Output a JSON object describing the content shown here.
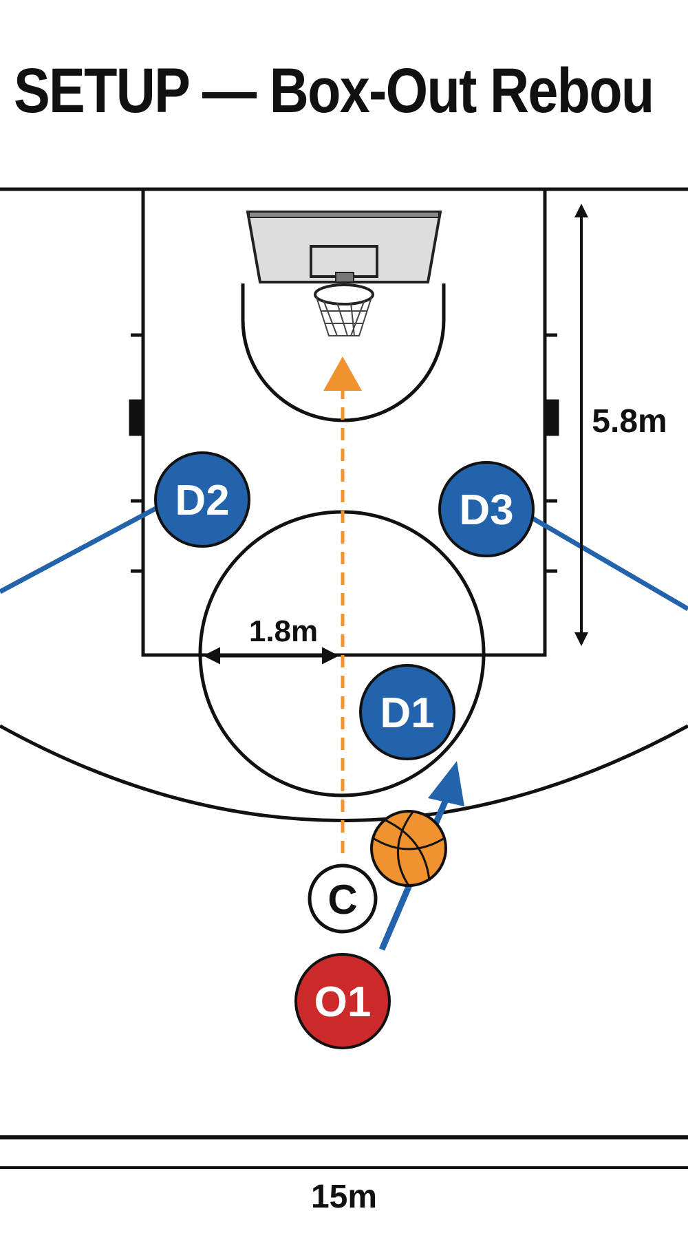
{
  "title": "SETUP — Box-Out Rebou",
  "players": {
    "d1": "D1",
    "d2": "D2",
    "d3": "D3",
    "o1": "O1",
    "coach": "C"
  },
  "dimensions": {
    "lane_length": "5.8m",
    "circle_radius": "1.8m",
    "court_width": "15m"
  },
  "colors": {
    "defense": "#2363ab",
    "offense": "#cc2a2a",
    "shot_path": "#f0922f",
    "ball": "#f0922f",
    "lines": "#111111"
  },
  "icons": [
    "backboard-icon",
    "hoop-icon",
    "basketball-icon"
  ]
}
